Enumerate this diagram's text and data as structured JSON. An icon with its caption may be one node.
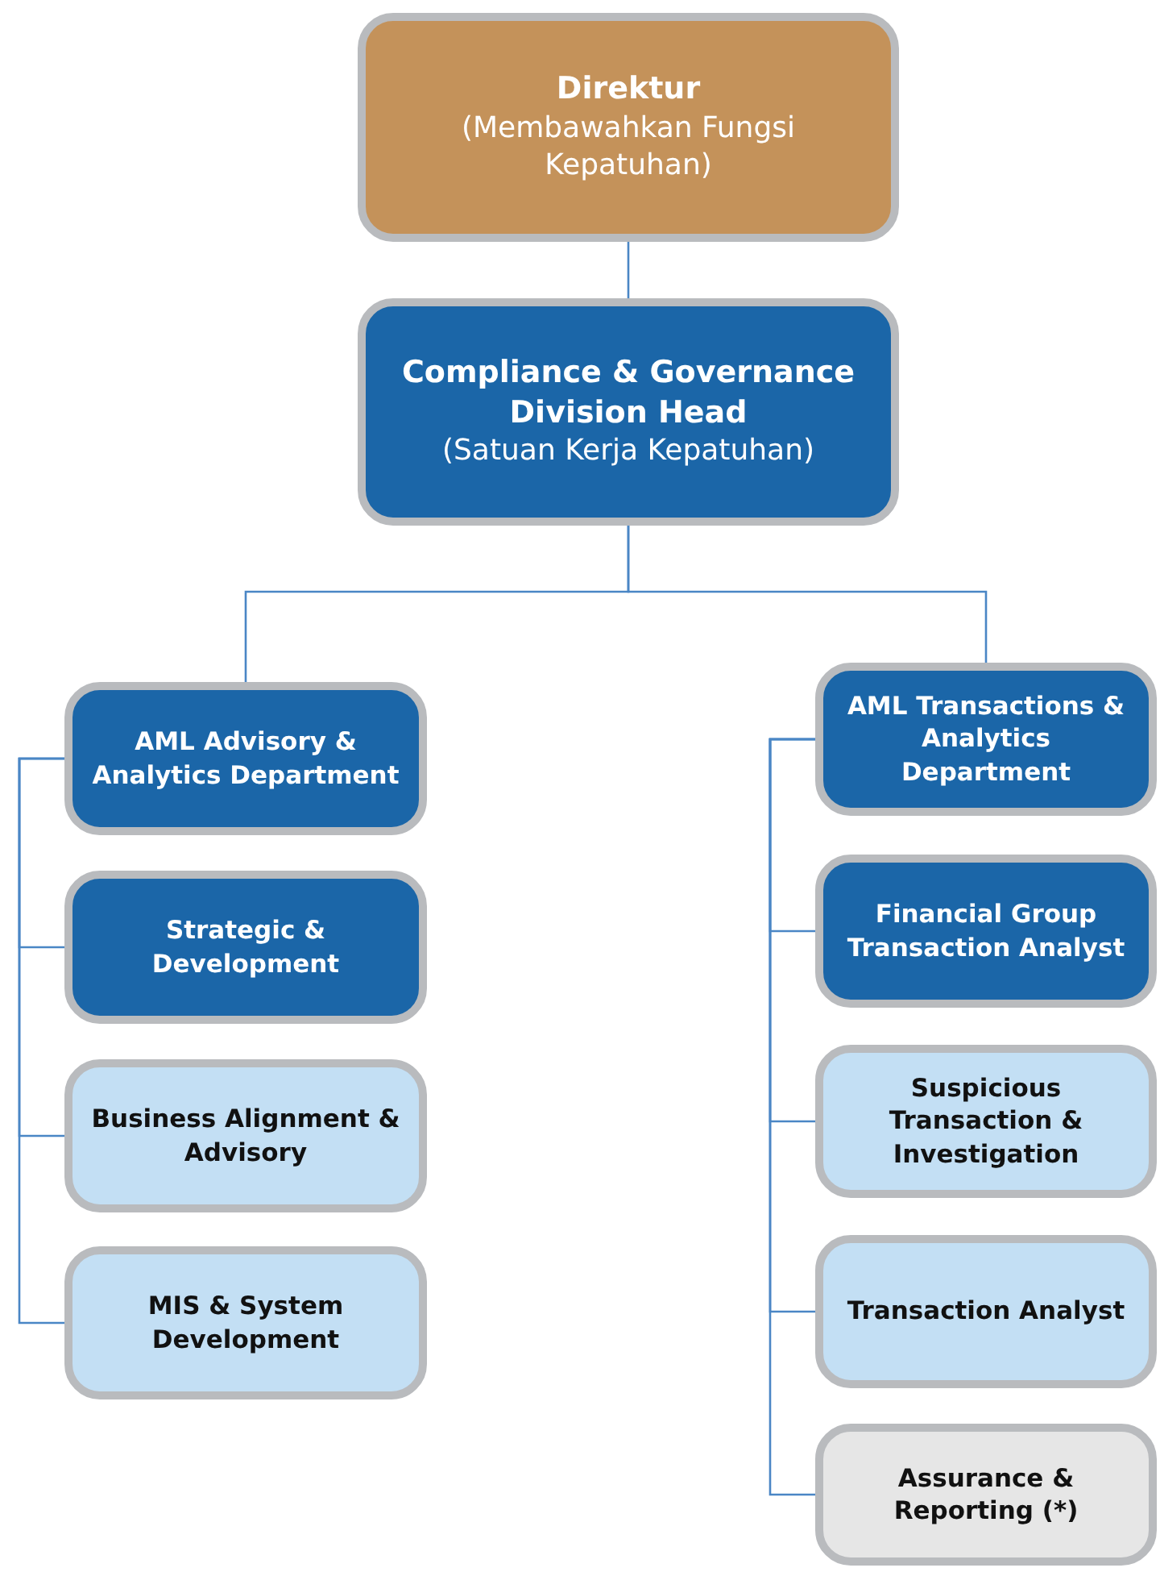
{
  "diagram": {
    "nodes": [
      {
        "text": [
          "Direktur",
          "(Membawahkan Fungsi Kepatuhan)"
        ]
      },
      {
        "text": [
          "Compliance & Governance Division Head",
          "(Satuan Kerja Kepatuhan)"
        ]
      },
      {
        "text": [
          "AML Advisory & Analytics Department"
        ]
      },
      {
        "text": [
          "Strategic & Development"
        ]
      },
      {
        "text": [
          "Business Alignment & Advisory"
        ]
      },
      {
        "text": [
          "MIS & System Development"
        ]
      },
      {
        "text": [
          "AML Transactions & Analytics Department"
        ]
      },
      {
        "text": [
          "Financial Group Transaction Analyst"
        ]
      },
      {
        "text": [
          "Suspicious Transaction & Investigation"
        ]
      },
      {
        "text": [
          "Transaction Analyst"
        ]
      },
      {
        "text": [
          "Assurance & Reporting (*)"
        ]
      }
    ],
    "edges": [
      {
        "from": 0,
        "to": 1,
        "arrow": "none"
      },
      {
        "from": 1,
        "to": 2,
        "arrow": "none"
      },
      {
        "from": 1,
        "to": 6,
        "arrow": "none"
      },
      {
        "from": 2,
        "to": 3,
        "arrow": "none"
      },
      {
        "from": 2,
        "to": 4,
        "arrow": "none"
      },
      {
        "from": 2,
        "to": 5,
        "arrow": "none"
      },
      {
        "from": 6,
        "to": 7,
        "arrow": "none"
      },
      {
        "from": 6,
        "to": 8,
        "arrow": "none"
      },
      {
        "from": 6,
        "to": 9,
        "arrow": "none"
      },
      {
        "from": 6,
        "to": 10,
        "arrow": "none"
      }
    ]
  }
}
